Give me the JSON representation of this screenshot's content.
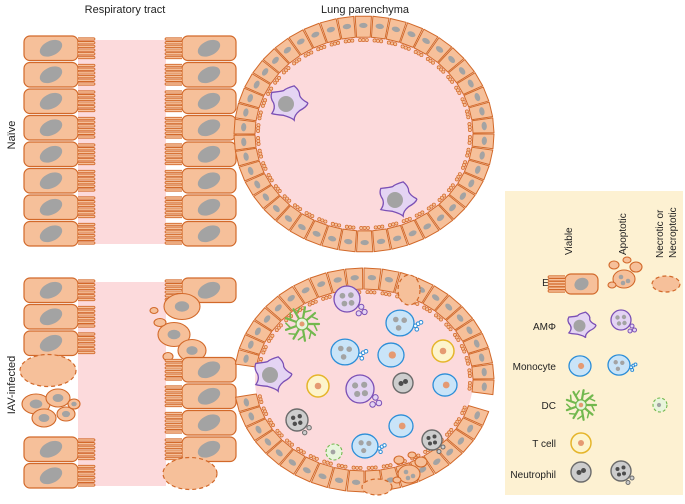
{
  "headers": {
    "respiratory_tract": "Respiratory tract",
    "lung_parenchyma": "Lung parenchyma"
  },
  "row_labels": {
    "naive": "Naïve",
    "infected": "IAV-infected"
  },
  "legend": {
    "columns": {
      "viable": "Viable",
      "apoptotic": "Apoptotic",
      "necrotic_line1": "Necrotic or",
      "necrotic_line2": "Necroptotic"
    },
    "rows": {
      "ec": "EC",
      "amphi": "AMΦ",
      "monocyte": "Monocyte",
      "dc": "DC",
      "tcell": "T cell",
      "neutrophil": "Neutrophil"
    }
  },
  "colors": {
    "epithelial_fill": "#f6c09a",
    "epithelial_stroke": "#d2692a",
    "nucleus": "#a3a3a3",
    "lumen": "#fcdadc",
    "legend_bg": "#fdf1d2",
    "macrophage_fill": "#e4d4f3",
    "macrophage_stroke": "#7b50b5",
    "monocyte_fill": "#c9e4f8",
    "monocyte_stroke": "#2c8ed8",
    "dc_stroke": "#72b84e",
    "tcell_fill": "#fdf4cc",
    "tcell_stroke": "#e5b52a",
    "neutrophil_fill": "#cdcdcd",
    "neutrophil_stroke": "#6b6b6b"
  }
}
